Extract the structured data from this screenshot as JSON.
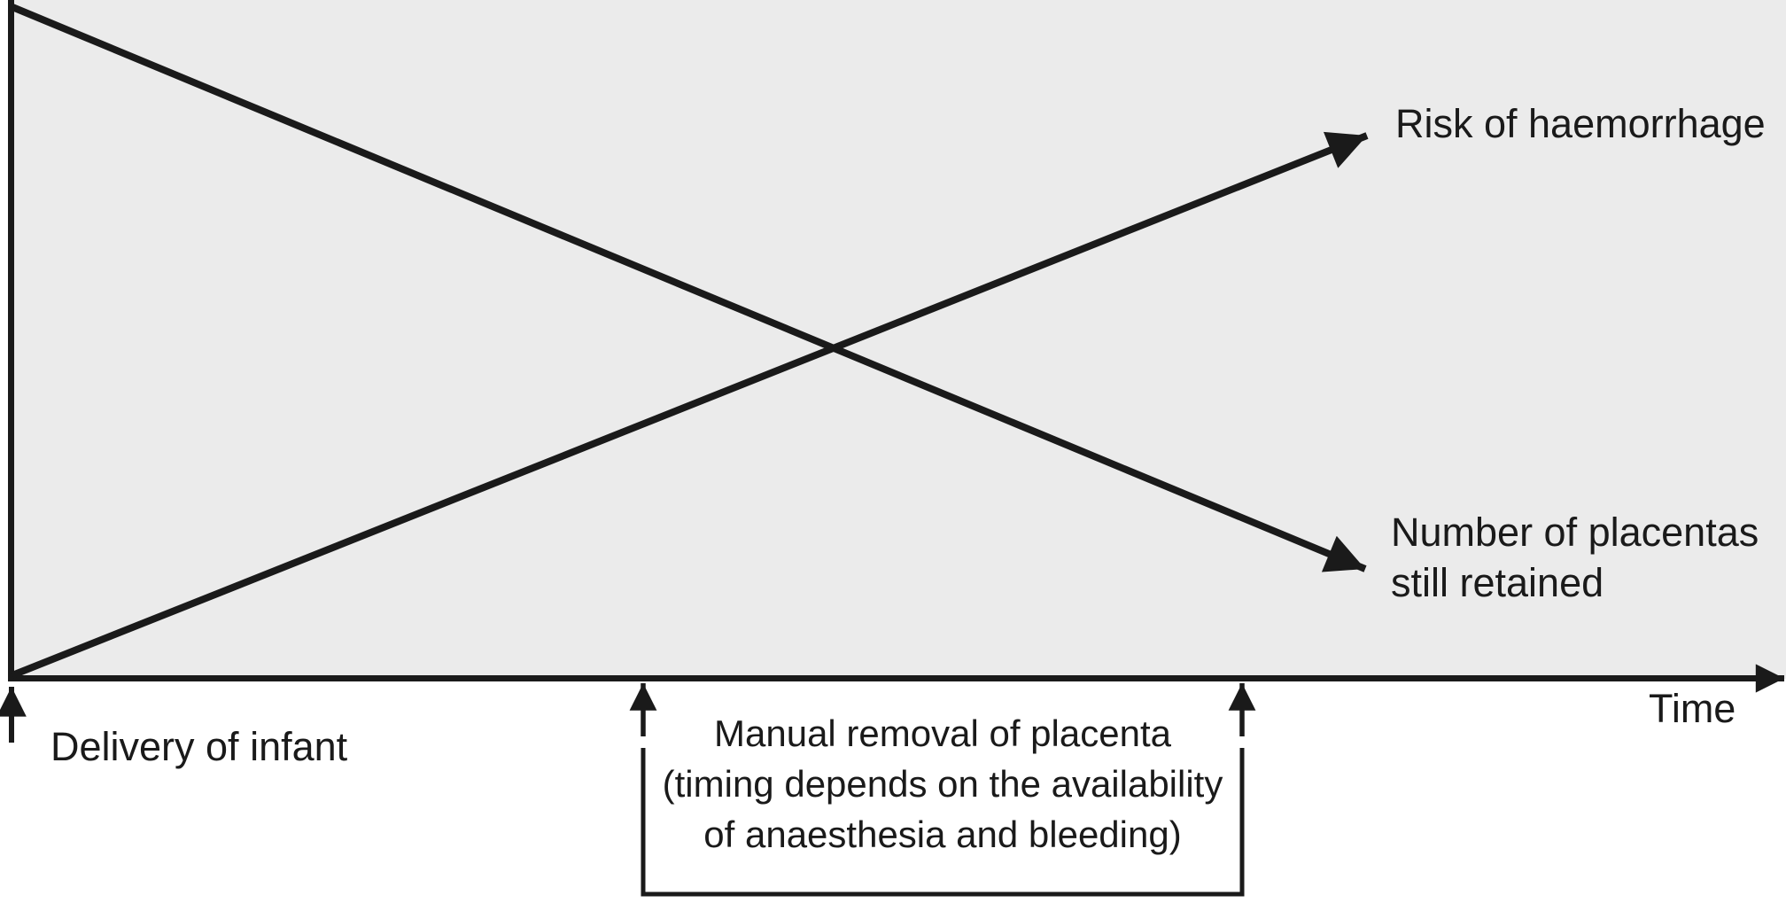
{
  "figure": {
    "labels": {
      "risk": "Risk of haemorrhage",
      "retained": "Number of placentas\nstill retained",
      "time": "Time",
      "delivery": "Delivery of infant",
      "manual_removal": "Manual removal of placenta\n(timing depends on the availability\nof anaesthesia and bleeding)"
    },
    "colors": {
      "plot_background": "#ebebeb",
      "line": "#1a1a1a",
      "text": "#1a1a1a",
      "page_background": "#ffffff"
    }
  },
  "chart_data": {
    "type": "line",
    "title": "",
    "xlabel": "Time",
    "ylabel": "",
    "grid": false,
    "legend_position": "inline-arrow-end-labels",
    "x_axis": {
      "label": "Time",
      "scale": "qualitative",
      "ticks": [],
      "arrowhead": true
    },
    "y_axis": {
      "label": "",
      "ticks": [],
      "arrowhead": false
    },
    "series": [
      {
        "name": "Risk of haemorrhage",
        "trend": "increasing",
        "x_norm": [
          0,
          1
        ],
        "y_norm": [
          0,
          1
        ],
        "style": "solid-black-arrow-end"
      },
      {
        "name": "Number of placentas still retained",
        "trend": "decreasing",
        "x_norm": [
          0,
          1
        ],
        "y_norm": [
          1,
          0
        ],
        "style": "solid-black-arrow-end"
      }
    ],
    "annotations": [
      {
        "text": "Delivery of infant",
        "type": "up-arrow-below-axis",
        "x_norm": 0
      },
      {
        "text": "Manual removal of placenta (timing depends on the availability of anaesthesia and bleeding)",
        "type": "bracket-with-two-up-arrows",
        "x_norm_range": [
          0.36,
          0.7
        ]
      }
    ]
  }
}
